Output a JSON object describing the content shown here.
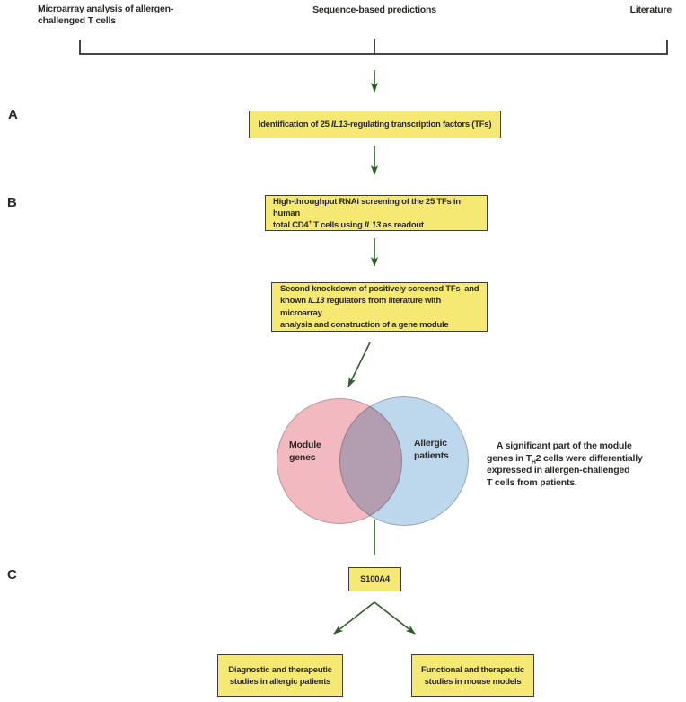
{
  "colors": {
    "box_fill": "#f5e873",
    "box_border": "#3e3e36",
    "arrow_green": "#2e5b28",
    "bracket_gray": "#454545",
    "venn_pink": "#f2bac0",
    "venn_blue": "#bdd7ec",
    "text": "#2b2a28"
  },
  "top_sources": {
    "microarray_lines": [
      "Microarray analysis of allergen-",
      "challenged T cells"
    ],
    "sequence": "Sequence-based predictions",
    "literature": "Literature"
  },
  "panel_labels": {
    "a": "A",
    "b": "B",
    "c": "C"
  },
  "boxes": {
    "identification": {
      "segments": [
        {
          "t": "Identification of 25 "
        },
        {
          "t": "IL13",
          "i": true
        },
        {
          "t": "-regulating transcription factors (TFs)"
        }
      ]
    },
    "screening": {
      "segments": [
        {
          "t": "High-throughput RNAi screening of the 25 TFs in human"
        },
        {
          "br": true
        },
        {
          "t": "total CD4"
        },
        {
          "t": "+",
          "sup": true
        },
        {
          "t": " T cells using "
        },
        {
          "t": "IL13",
          "i": true
        },
        {
          "t": " as readout"
        }
      ]
    },
    "knockdown": {
      "segments": [
        {
          "t": "Second knockdown of positively screened TFs  and"
        },
        {
          "br": true
        },
        {
          "t": "known "
        },
        {
          "t": "IL13",
          "i": true
        },
        {
          "t": " regulators from literature with microarray"
        },
        {
          "br": true
        },
        {
          "t": "analysis and construction of a gene module"
        }
      ]
    },
    "s100a4": {
      "label": "S100A4"
    },
    "diagnostic": {
      "lines": [
        "Diagnostic and therapeutic",
        "studies in allergic patients"
      ]
    },
    "functional": {
      "lines": [
        "Functional and therapeutic",
        "studies in mouse models"
      ]
    }
  },
  "venn": {
    "module_genes_lines": [
      "Module",
      "genes"
    ],
    "allergic_patients_lines": [
      "Allergic",
      "patients"
    ]
  },
  "annotation": {
    "segments": [
      {
        "t": "A significant part of the module"
      },
      {
        "br": true
      },
      {
        "t": "genes in T"
      },
      {
        "t": "H",
        "sub": true
      },
      {
        "t": "2 cells were differentially"
      },
      {
        "br": true
      },
      {
        "t": "expressed in allergen-challenged"
      },
      {
        "br": true
      },
      {
        "t": "T cells from patients."
      }
    ]
  }
}
